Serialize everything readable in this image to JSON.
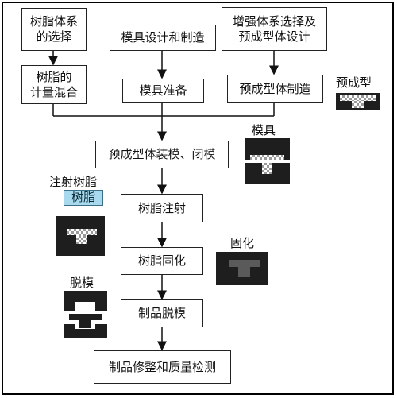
{
  "boxes": {
    "resin_system": "树脂体系\n的选择",
    "resin_mixing": "树脂的\n计量混合",
    "mold_design": "模具设计和制造",
    "mold_prep": "模具准备",
    "reinforcement": "增强体系选择及\n预成型体设计",
    "preform_make": "预成型体制造",
    "preform_load": "预成型体装模、闭模",
    "resin_injection": "树脂注射",
    "resin_curing": "树脂固化",
    "demolding": "制品脱模",
    "finishing": "制品修整和质量检测"
  },
  "labels": {
    "preform": "预成型",
    "mold": "模具",
    "inject_resin": "注射树脂",
    "resin": "树脂",
    "cure": "固化",
    "demold": "脱模"
  }
}
